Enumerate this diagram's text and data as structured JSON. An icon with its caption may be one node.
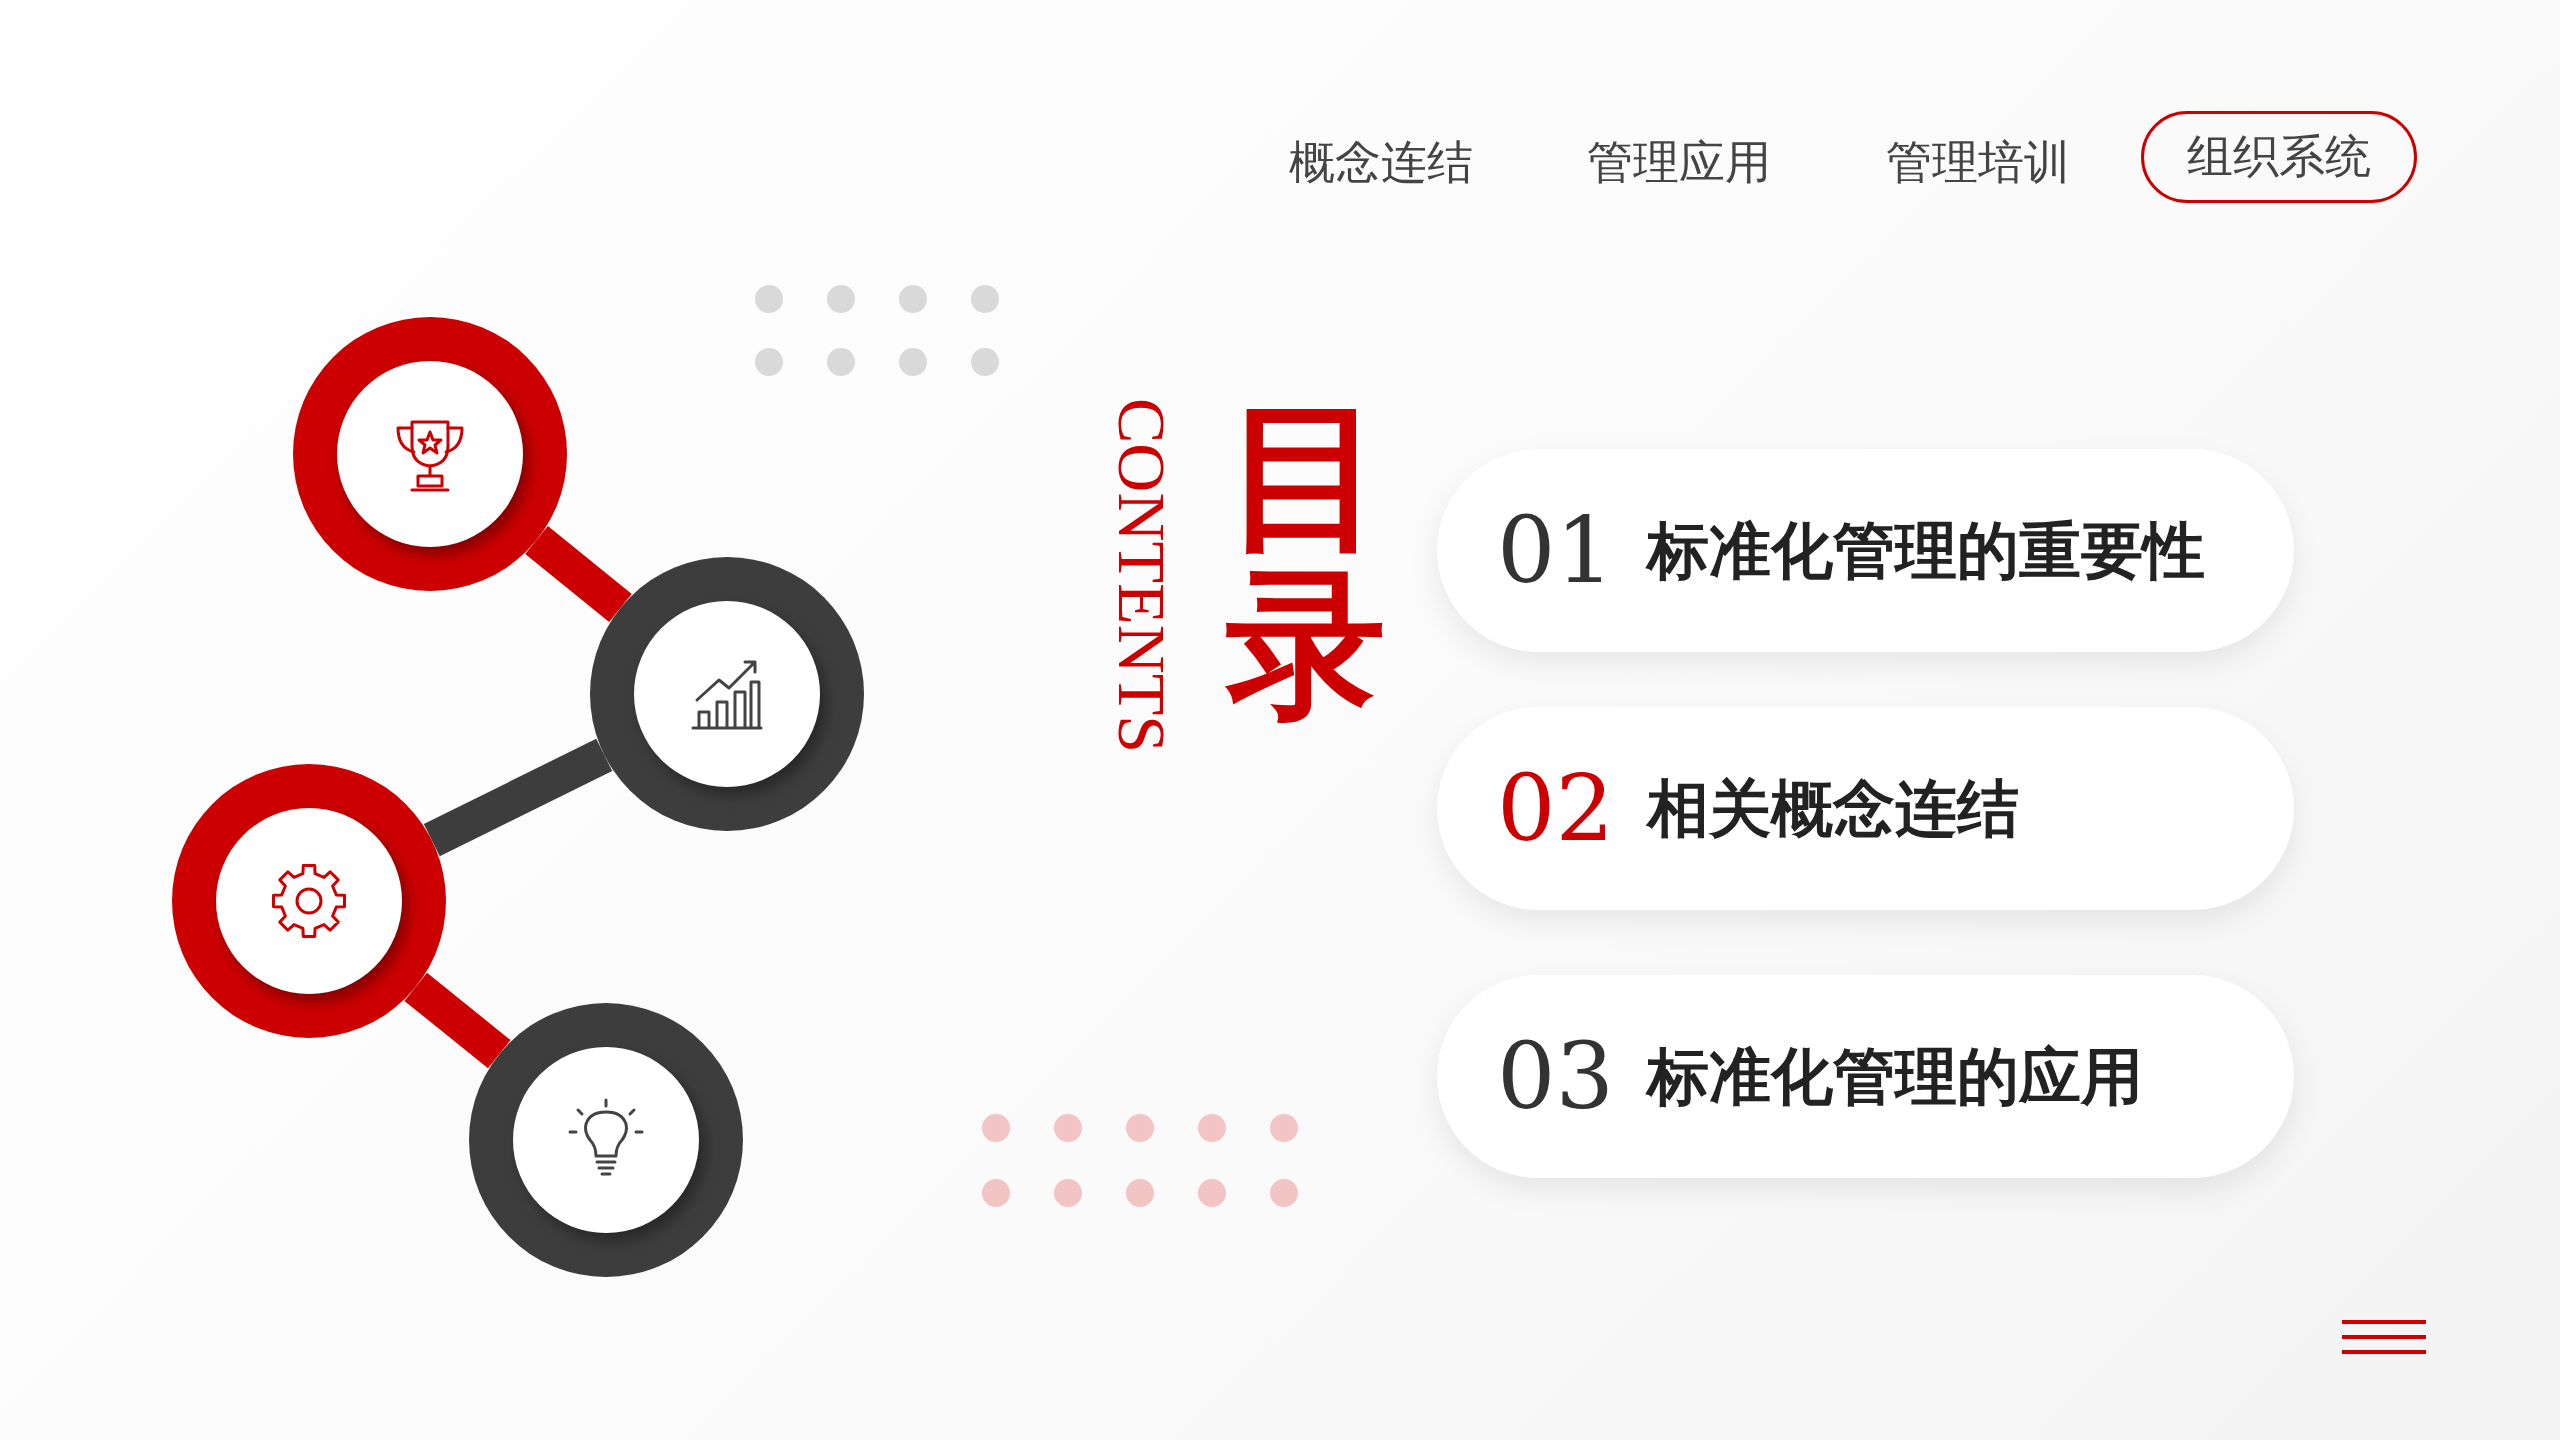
{
  "diagram": {
    "title": "目录",
    "nodes": [
      {
        "text": [
          "组织系统"
        ]
      },
      {
        "text": [],
        "shape": "circle"
      },
      {
        "text": [],
        "shape": "circle"
      },
      {
        "text": [],
        "shape": "circle"
      },
      {
        "text": [],
        "shape": "circle"
      },
      {
        "text": [
          "01",
          "标准化管理的重要性"
        ]
      },
      {
        "text": [
          "02",
          "相关概念连结"
        ]
      },
      {
        "text": [
          "03",
          "标准化管理的应用"
        ]
      }
    ],
    "edges": [
      {
        "from": 1,
        "to": 2,
        "arrow": "none"
      },
      {
        "from": 2,
        "to": 3,
        "arrow": "none",
        "color": "#3d3d3d"
      },
      {
        "from": 3,
        "to": 4,
        "arrow": "none"
      }
    ],
    "labels": [
      "概念连结",
      "管理应用",
      "管理培训",
      "CONTENTS"
    ]
  }
}
